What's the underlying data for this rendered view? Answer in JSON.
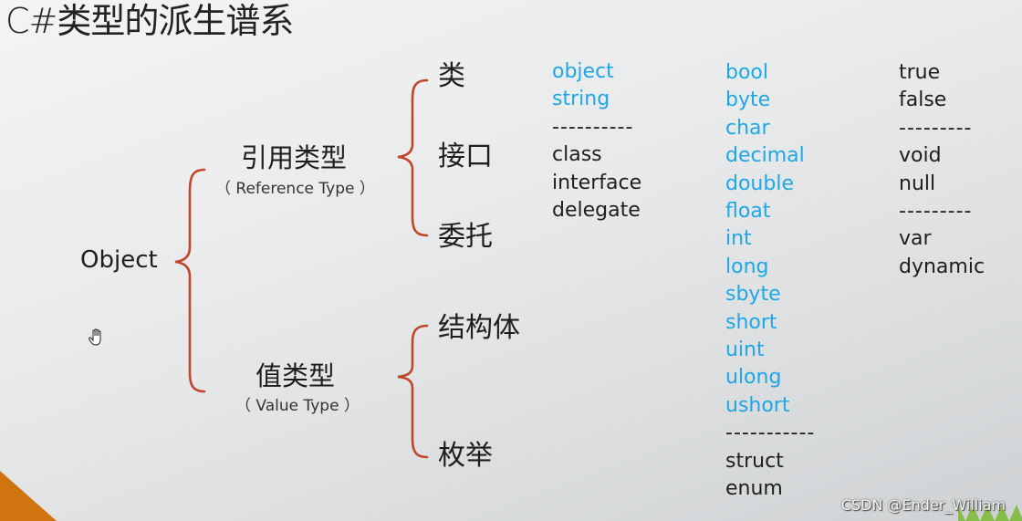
{
  "title": "C#类型的派生谱系",
  "root": {
    "label": "Object"
  },
  "branches": {
    "reference": {
      "label_cn": "引用类型",
      "label_en": "（ Reference Type ）",
      "children": [
        "类",
        "接口",
        "委托"
      ]
    },
    "value": {
      "label_cn": "值类型",
      "label_en": "（ Value Type ）",
      "children": [
        "结构体",
        "枚举"
      ]
    }
  },
  "columns": {
    "reference_keywords": {
      "builtin": [
        "object",
        "string"
      ],
      "separator": "----------",
      "declarations": [
        "class",
        "interface",
        "delegate"
      ]
    },
    "value_keywords": {
      "builtin": [
        "bool",
        "byte",
        "char",
        "decimal",
        "double",
        "float",
        "int",
        "long",
        "sbyte",
        "short",
        "uint",
        "ulong",
        "ushort"
      ],
      "separator": "-----------",
      "declarations": [
        "struct",
        "enum"
      ]
    },
    "other_keywords": {
      "group1": [
        "true",
        "false"
      ],
      "separator1": "---------",
      "group2": [
        "void",
        "null"
      ],
      "separator2": "---------",
      "group3": [
        "var",
        "dynamic"
      ]
    }
  },
  "watermark": "CSDN @Ender_William",
  "colors": {
    "brace": "#c0462a",
    "builtin_keyword": "#1ea7e6",
    "text": "#1e1e1e",
    "corner_accent": "#d0740f",
    "watermark_green": "#7ab833"
  }
}
